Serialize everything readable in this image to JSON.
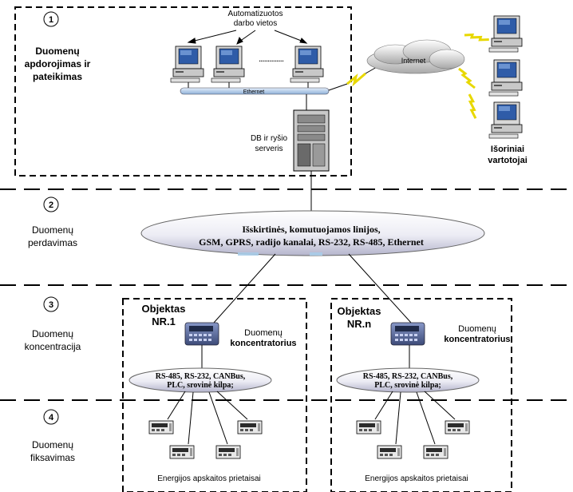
{
  "stages": [
    {
      "num": "1",
      "line1": "Duomenų",
      "line2": "apdorojimas ir",
      "line3": "pateikimas"
    },
    {
      "num": "2",
      "line1": "Duomenų",
      "line2": "perdavimas"
    },
    {
      "num": "3",
      "line1": "Duomenų",
      "line2": "koncentracija"
    },
    {
      "num": "4",
      "line1": "Duomenų",
      "line2": "fiksavimas"
    }
  ],
  "workstations": {
    "line1": "Automatizuotos",
    "line2": "darbo vietos"
  },
  "ellipsis": "..............",
  "ethernet": "Ethernet",
  "internet": "Internet",
  "server": {
    "line1": "DB ir ryšio",
    "line2": "serveris"
  },
  "external_users": {
    "line1": "Išoriniai",
    "line2": "vartotojai"
  },
  "channels": {
    "line1": "Išskirtinės, komutuojamos linijos,",
    "line2": "GSM, GPRS, radijo kanalai, RS-232, RS-485, Ethernet"
  },
  "objects": [
    {
      "title1": "Objektas",
      "title2": "NR.1",
      "concentrator1": "Duomenų",
      "concentrator2": "koncentratorius",
      "bus1": "RS-485, RS-232, CANBus,",
      "bus2": "PLC, srovinė kilpa;",
      "meters": "Energijos apskaitos prietaisai"
    },
    {
      "title1": "Objektas",
      "title2": "NR.n",
      "concentrator1": "Duomenų",
      "concentrator2": "koncentratorius",
      "bus1": "RS-485, RS-232, CANBus,",
      "bus2": "PLC, srovinė kilpa;",
      "meters": "Energijos apskaitos prietaisai"
    }
  ],
  "colors": {
    "line": "#000000",
    "ellipse_light": "#f2f2fa",
    "ellipse_mid": "#c8c8dc",
    "ethernet_bar": "#b8d0ec",
    "cloud": "#c8c8c8",
    "lightning": "#f0e000",
    "monitor_screen": "#3060a8",
    "pc_body": "#d0d0d0",
    "concentrator": "#5a6a98"
  }
}
